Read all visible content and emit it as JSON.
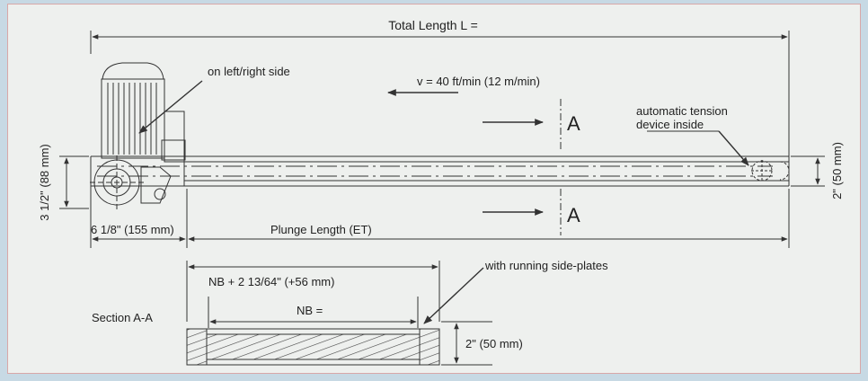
{
  "labels": {
    "total_length": "Total Length L =",
    "motor_side": "on left/right side",
    "speed": "v = 40 ft/min (12 m/min)",
    "section_marker": "A",
    "tension_line1": "automatic tension",
    "tension_line2": "device inside",
    "height_left": "3 1/2\" (88 mm)",
    "height_right": "2\" (50 mm)",
    "drive_length": "6 1/8\" (155 mm)",
    "plunge_length": "Plunge Length (ET)",
    "side_plates": "with running side-plates",
    "nb_plus": "NB + 2 13/64\" (+56 mm)",
    "nb": "NB =",
    "section_title": "Section A-A",
    "section_height": "2\" (50 mm)"
  },
  "colors": {
    "background": "#c7d9e4",
    "panel": "#eef0ee",
    "line": "#333333",
    "panel_border": "#d8a8a8"
  }
}
